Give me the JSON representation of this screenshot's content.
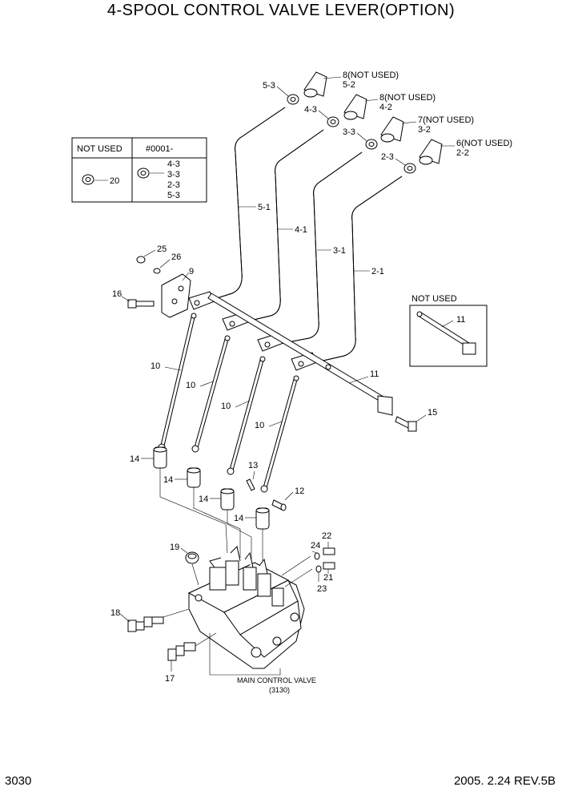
{
  "title": "4-SPOOL CONTROL VALVE LEVER(OPTION)",
  "page_number": "3030",
  "revision": "2005. 2.24  REV.5B",
  "legend_table": {
    "col1_header": "NOT USED",
    "col2_header": "#0001-",
    "col1_part": "20",
    "col2_parts": [
      "4-3",
      "3-3",
      "2-3",
      "5-3"
    ]
  },
  "not_used_box": {
    "header": "NOT USED",
    "part": "11"
  },
  "main_valve_label": "MAIN CONTROL VALVE",
  "main_valve_ref": "(3130)",
  "knob_labels": {
    "k8a_top": "8(NOT USED)",
    "k8a_bot": "5-2",
    "k8b_top": "8(NOT USED)",
    "k8b_bot": "4-2",
    "k7_top": "7(NOT USED)",
    "k7_bot": "3-2",
    "k6_top": "6(NOT USED)",
    "k6_bot": "2-2"
  },
  "part_labels": {
    "p5_3": "5-3",
    "p4_3": "4-3",
    "p3_3": "3-3",
    "p2_3": "2-3",
    "p5_1": "5-1",
    "p4_1": "4-1",
    "p3_1": "3-1",
    "p2_1": "2-1",
    "p25": "25",
    "p26": "26",
    "p9": "9",
    "p16": "16",
    "p10a": "10",
    "p10b": "10",
    "p10c": "10",
    "p10d": "10",
    "p11": "11",
    "p15": "15",
    "p14a": "14",
    "p14b": "14",
    "p14c": "14",
    "p14d": "14",
    "p13": "13",
    "p12": "12",
    "p19": "19",
    "p22": "22",
    "p24": "24",
    "p21": "21",
    "p23": "23",
    "p18": "18",
    "p17": "17"
  }
}
